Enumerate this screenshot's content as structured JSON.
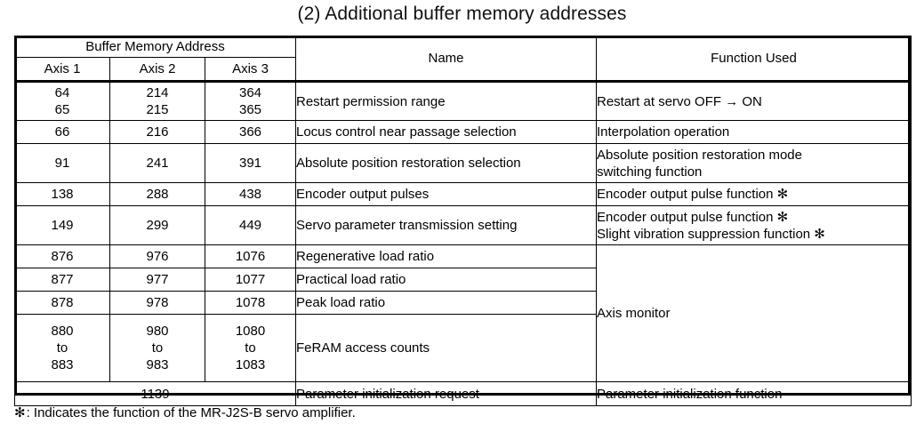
{
  "title": "(2) Additional buffer memory addresses",
  "table": {
    "group_header": "Buffer Memory Address",
    "headers": {
      "axis1": "Axis 1",
      "axis2": "Axis 2",
      "axis3": "Axis 3",
      "name": "Name",
      "function": "Function Used"
    },
    "rows": [
      {
        "axis1": "64\n65",
        "axis2": "214\n215",
        "axis3": "364\n365",
        "name": "Restart permission range",
        "function": "Restart at servo OFF → ON"
      },
      {
        "axis1": "66",
        "axis2": "216",
        "axis3": "366",
        "name": "Locus control near passage selection",
        "function": "Interpolation operation"
      },
      {
        "axis1": "91",
        "axis2": "241",
        "axis3": "391",
        "name": "Absolute position restoration selection",
        "function": "Absolute position restoration mode\nswitching function"
      },
      {
        "axis1": "138",
        "axis2": "288",
        "axis3": "438",
        "name": "Encoder output pulses",
        "function": "Encoder output pulse function ✻"
      },
      {
        "axis1": "149",
        "axis2": "299",
        "axis3": "449",
        "name": "Servo parameter transmission setting",
        "function": "Encoder output pulse function ✻\nSlight vibration suppression function ✻"
      },
      {
        "axis1": "876",
        "axis2": "976",
        "axis3": "1076",
        "name": "Regenerative load ratio",
        "function": "Axis monitor"
      },
      {
        "axis1": "877",
        "axis2": "977",
        "axis3": "1077",
        "name": "Practical load ratio",
        "function": ""
      },
      {
        "axis1": "878",
        "axis2": "978",
        "axis3": "1078",
        "name": "Peak load ratio",
        "function": ""
      },
      {
        "axis1": "880\nto\n883",
        "axis2": "980\nto\n983",
        "axis3": "1080\nto\n1083",
        "name": "FeRAM access counts",
        "function": ""
      },
      {
        "axis_all": "1139",
        "name": "Parameter initialization request",
        "function": "Parameter initialization function"
      }
    ]
  },
  "footnote": {
    "marker": "✻",
    "text": ": Indicates the function of the MR-J2S-B servo amplifier."
  },
  "colors": {
    "text": "#000000",
    "border": "#000000",
    "background": "#ffffff"
  }
}
